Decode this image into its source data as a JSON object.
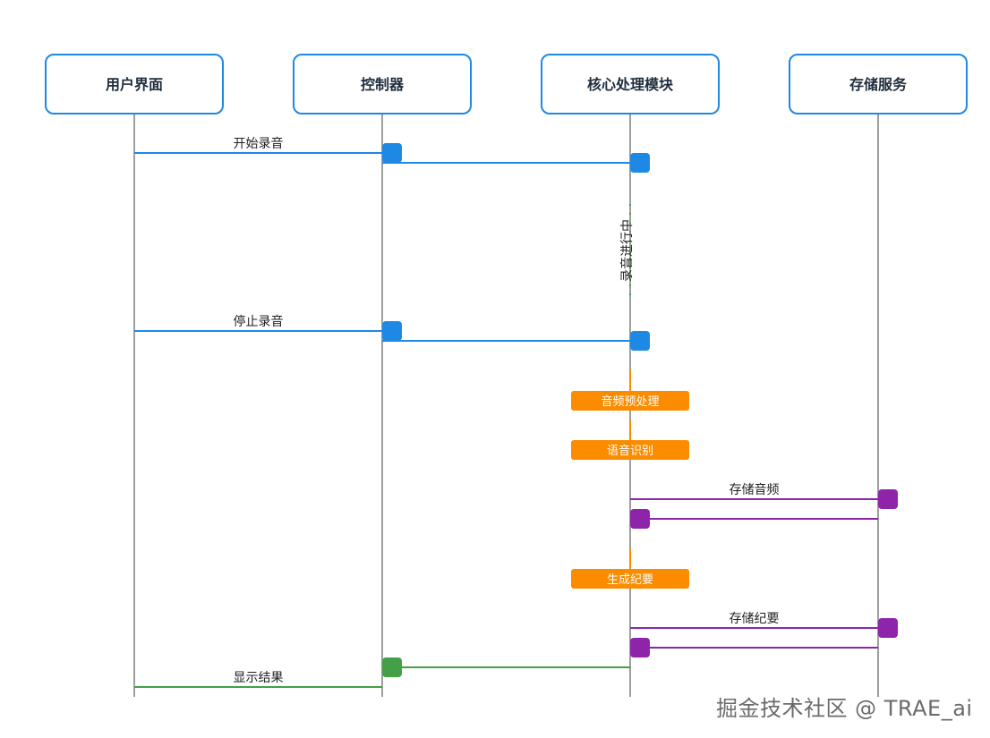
{
  "actors": [
    {
      "id": "ui",
      "label": "用户界面"
    },
    {
      "id": "ctrl",
      "label": "控制器"
    },
    {
      "id": "core",
      "label": "核心处理模块"
    },
    {
      "id": "store",
      "label": "存储服务"
    }
  ],
  "messages": [
    {
      "from": "ui",
      "to": "ctrl",
      "label": "开始录音",
      "color": "#1e88e5"
    },
    {
      "from": "ctrl",
      "to": "core",
      "label": "",
      "color": "#1e88e5"
    },
    {
      "from": "ui",
      "to": "ctrl",
      "label": "停止录音",
      "color": "#1e88e5"
    },
    {
      "from": "ctrl",
      "to": "core",
      "label": "",
      "color": "#1e88e5"
    },
    {
      "from": "core",
      "to": "store",
      "label": "存储音频",
      "color": "#8e24aa"
    },
    {
      "from": "store",
      "to": "core",
      "label": "",
      "color": "#8e24aa"
    },
    {
      "from": "core",
      "to": "store",
      "label": "存储纪要",
      "color": "#8e24aa"
    },
    {
      "from": "store",
      "to": "core",
      "label": "",
      "color": "#8e24aa"
    },
    {
      "from": "core",
      "to": "ctrl",
      "label": "",
      "color": "#43a047"
    },
    {
      "from": "ctrl",
      "to": "ui",
      "label": "显示结果",
      "color": "#43a047"
    }
  ],
  "vertical_note": {
    "actor": "core",
    "label": "录音进行中",
    "color": "#43a047"
  },
  "process_notes": [
    {
      "actor": "core",
      "label": "音频预处理",
      "color": "#fb8c00"
    },
    {
      "actor": "core",
      "label": "语音识别",
      "color": "#fb8c00"
    },
    {
      "actor": "core",
      "label": "生成纪要",
      "color": "#fb8c00"
    }
  ],
  "colors": {
    "actor_border": "#1e88e5",
    "lifeline": "#9e9e9e"
  },
  "watermark": "掘金技术社区 @ TRAE_ai"
}
